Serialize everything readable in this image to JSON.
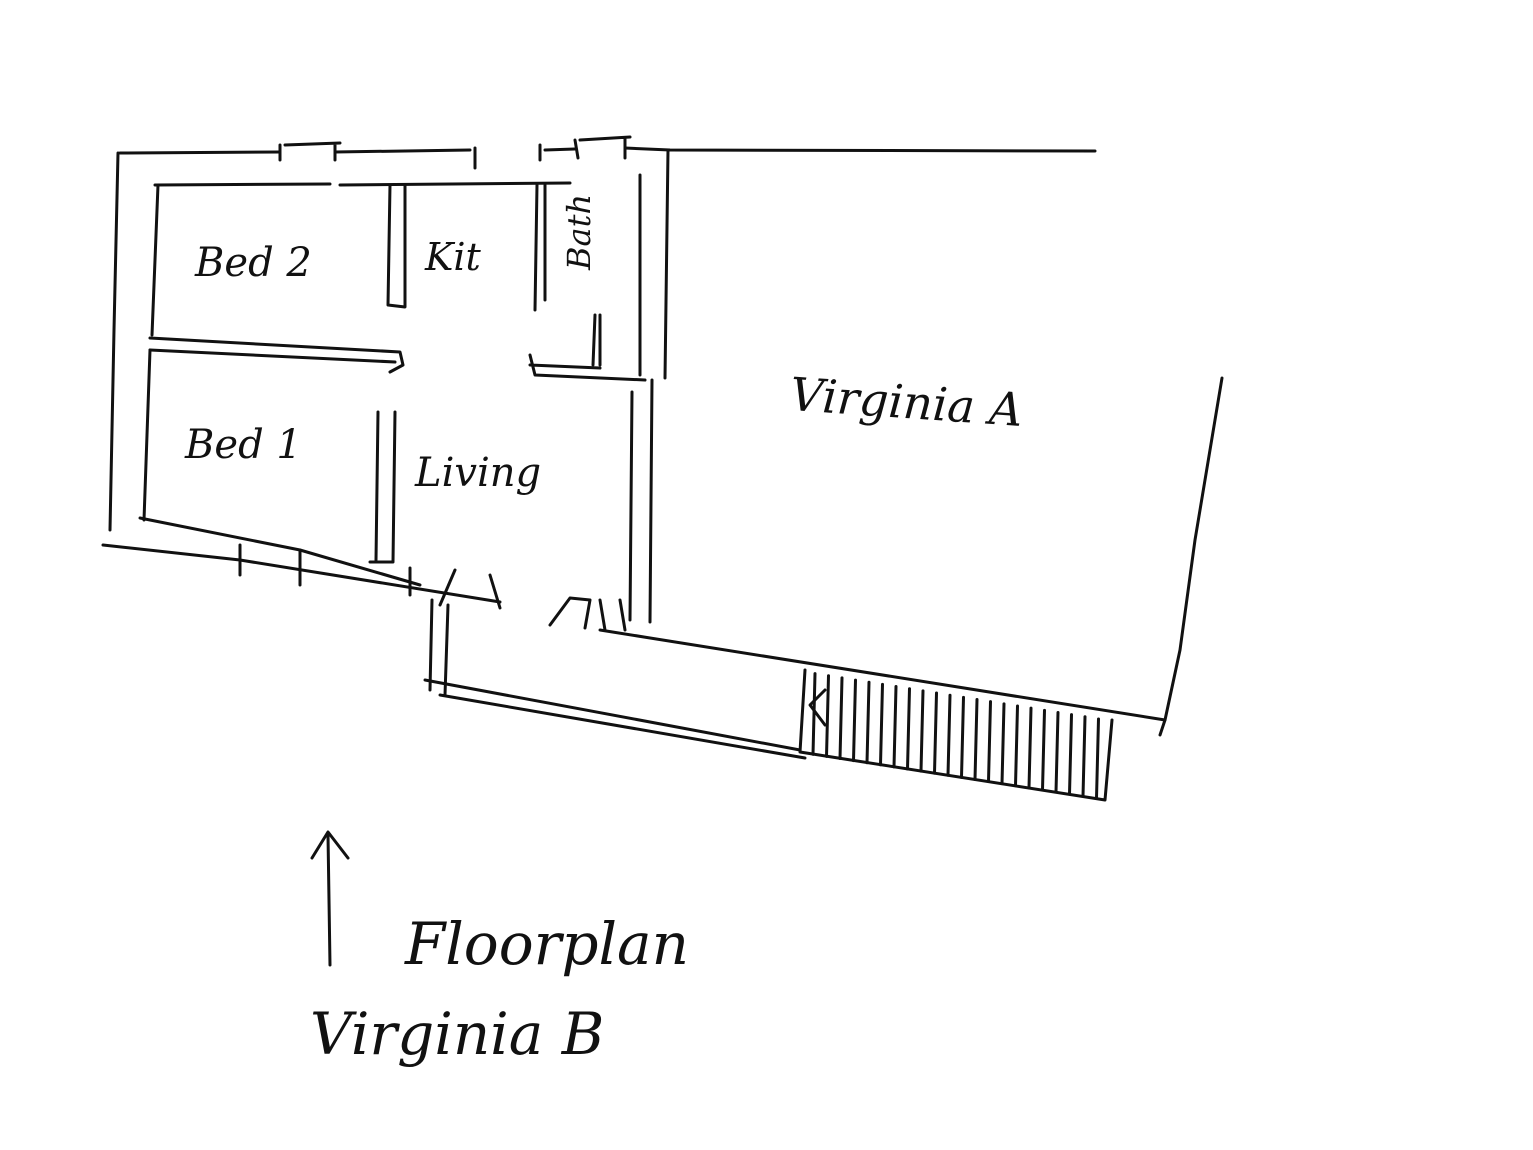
{
  "rooms": {
    "bed2": "Bed 2",
    "kitchen": "Kit",
    "bath": "Bath",
    "bed1": "Bed 1",
    "living": "Living",
    "virginia_a": "Virginia A"
  },
  "title": "Floorplan",
  "subtitle": "Virginia B",
  "ink_color": "#111111"
}
